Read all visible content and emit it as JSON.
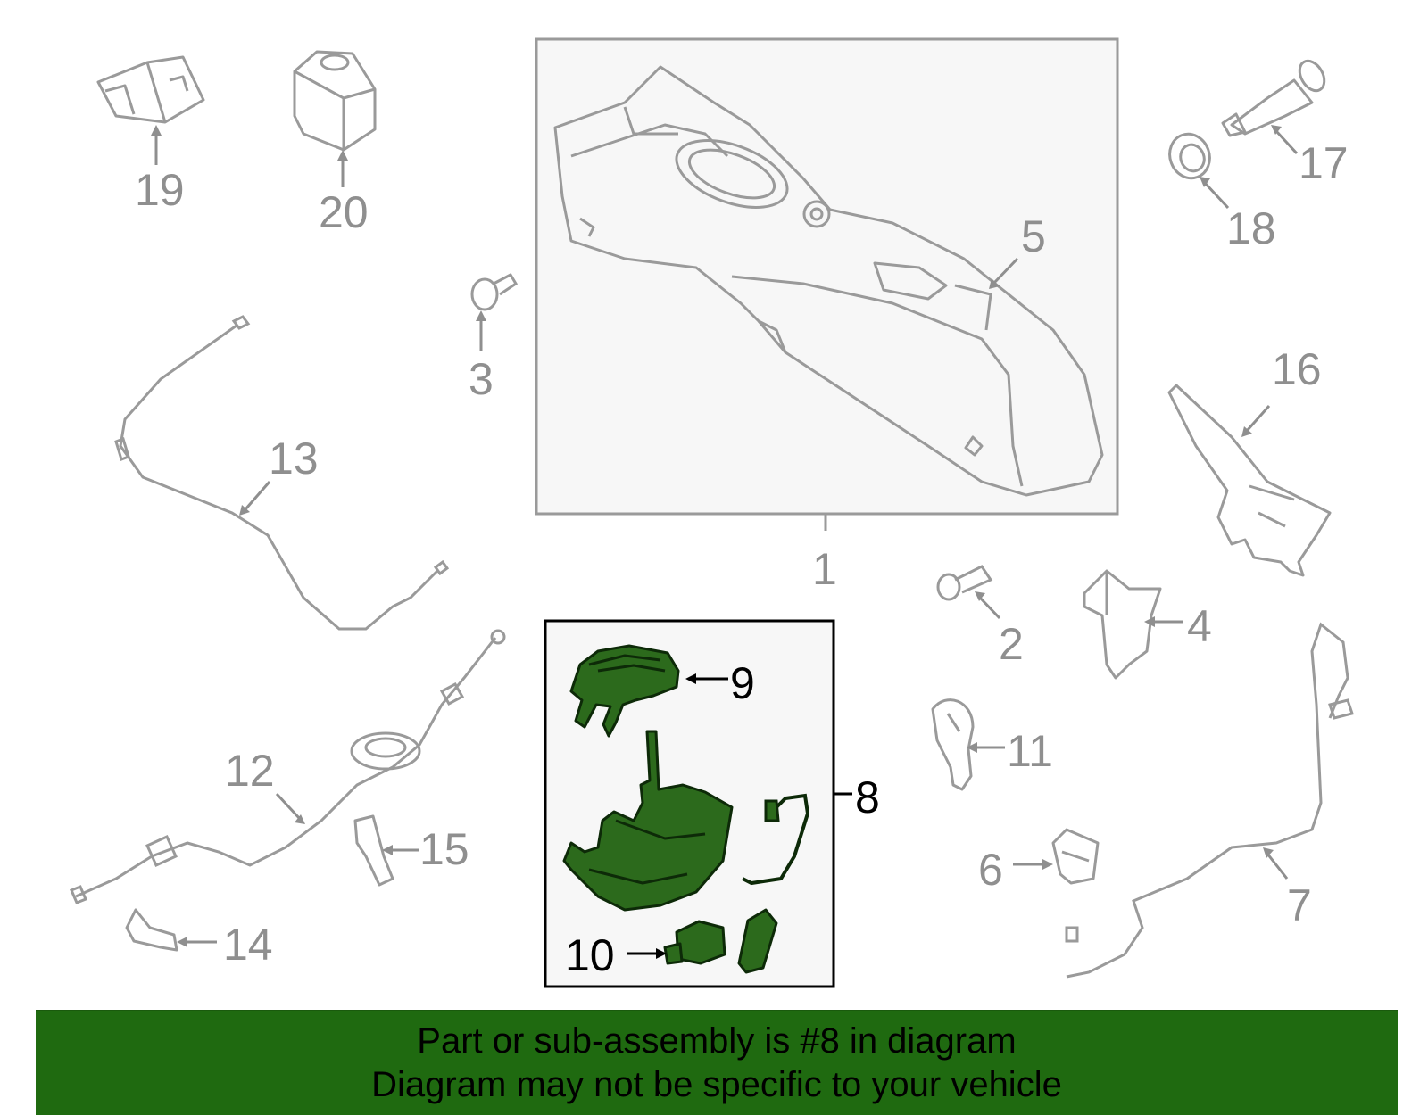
{
  "diagram": {
    "callouts": [
      {
        "id": "1",
        "label": "1"
      },
      {
        "id": "2",
        "label": "2"
      },
      {
        "id": "3",
        "label": "3"
      },
      {
        "id": "4",
        "label": "4"
      },
      {
        "id": "5",
        "label": "5"
      },
      {
        "id": "6",
        "label": "6"
      },
      {
        "id": "7",
        "label": "7"
      },
      {
        "id": "8",
        "label": "8"
      },
      {
        "id": "9",
        "label": "9"
      },
      {
        "id": "10",
        "label": "10"
      },
      {
        "id": "11",
        "label": "11"
      },
      {
        "id": "12",
        "label": "12"
      },
      {
        "id": "13",
        "label": "13"
      },
      {
        "id": "14",
        "label": "14"
      },
      {
        "id": "15",
        "label": "15"
      },
      {
        "id": "16",
        "label": "16"
      },
      {
        "id": "17",
        "label": "17"
      },
      {
        "id": "18",
        "label": "18"
      },
      {
        "id": "19",
        "label": "19"
      },
      {
        "id": "20",
        "label": "20"
      }
    ],
    "highlighted_part": "8",
    "colors": {
      "part_outline": "#9a9a9a",
      "label_grey": "#8f8f8f",
      "highlight_fill": "#2c6a1c",
      "highlight_stroke": "#0d2a08",
      "banner": "#1f6a10",
      "box_fill": "#f7f7f7"
    }
  },
  "banner": {
    "line1": "Part or sub-assembly is #8 in diagram",
    "line2": "Diagram may not be specific to your vehicle"
  }
}
